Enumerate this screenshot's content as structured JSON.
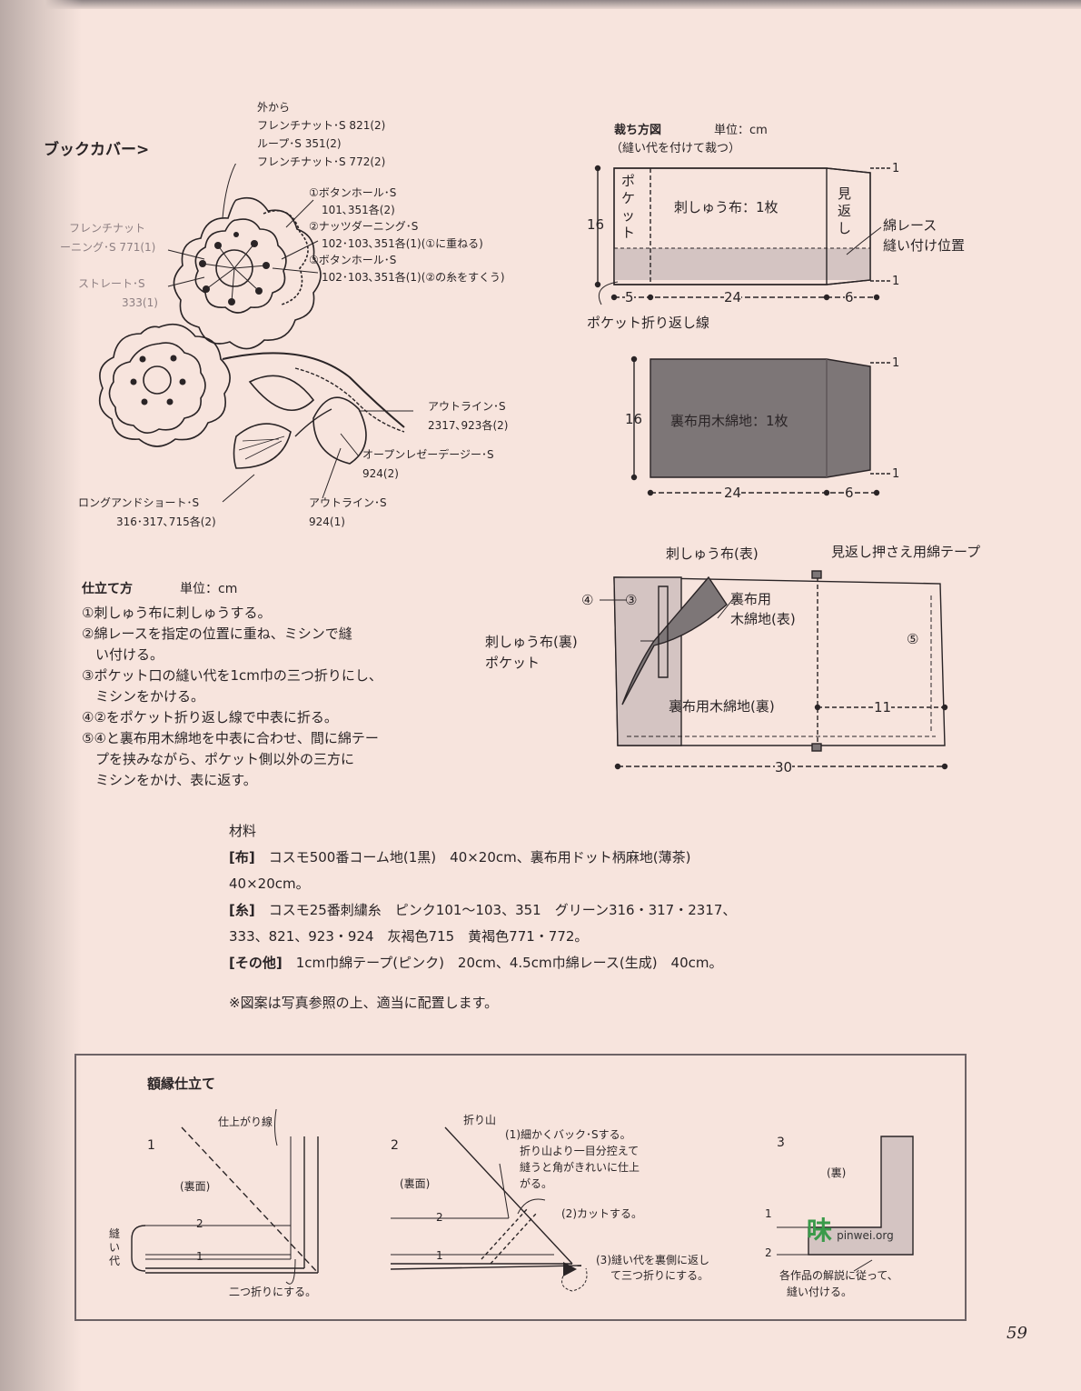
{
  "book_cover": {
    "title": "ブックカバー>",
    "labels": {
      "outer_from": "外から",
      "french_knot_821": "フレンチナット･S 821(2)",
      "loop_351": "ループ･S 351(2)",
      "french_knot_772": "フレンチナット･S 772(2)",
      "buttonhole_1a": "①ボタンホール･S",
      "buttonhole_1b": "101､351各(2)",
      "nuts_darning_a": "②ナッツダーニング･S",
      "nuts_darning_b": "102･103､351各(1)(①に重ねる)",
      "buttonhole_3a": "③ボタンホール･S",
      "buttonhole_3b": "102･103､351各(1)(②の糸をすくう)",
      "french_knot_left": "フレンチナット",
      "darning_771": "ーニング･S 771(1)",
      "straight_a": "ストレート･S",
      "straight_b": "333(1)",
      "outline_a": "アウトライン･S",
      "outline_b": "2317､923各(2)",
      "open_lazy_a": "オープンレゼーデージー･S",
      "open_lazy_b": "924(2)",
      "long_short_a": "ロングアンドショート･S",
      "long_short_b": "316･317､715各(2)",
      "outline2_a": "アウトライン･S",
      "outline2_b": "924(1)"
    }
  },
  "cutting": {
    "title": "裁ち方図",
    "unit": "単位：cm",
    "note": "（縫い代を付けて裁つ）",
    "pocket": "ポケット",
    "embroidery_fabric": "刺しゅう布：1枚",
    "facing": "見返し",
    "lace_a": "綿レース",
    "lace_b": "縫い付け位置",
    "fold_line": "ポケット折り返し線",
    "dim_height": "16",
    "dim_pocket": "5",
    "dim_main": "24",
    "dim_facing": "6",
    "dim_margin": "1",
    "lining": "裏布用木綿地：1枚",
    "dim2_height": "16",
    "dim2_main": "24",
    "dim2_facing": "6"
  },
  "assembly": {
    "title": "仕立て方",
    "unit": "単位：cm",
    "steps": [
      "①刺しゅう布に刺しゅうする。",
      "②綿レースを指定の位置に重ね、ミシンで縫",
      "　い付ける。",
      "③ポケット口の縫い代を1cm巾の三つ折りにし、",
      "　ミシンをかける。",
      "④②をポケット折り返し線で中表に折る。",
      "⑤④と裏布用木綿地を中表に合わせ、間に綿テー",
      "　プを挟みながら、ポケット側以外の三方に",
      "　ミシンをかけ、表に返す。"
    ],
    "fig": {
      "embroidery_front": "刺しゅう布(表)",
      "facing_tape": "見返し押さえ用綿テープ",
      "n4": "④",
      "n3": "③",
      "lining_front_a": "裏布用",
      "lining_front_b": "木綿地(表)",
      "embroidery_back": "刺しゅう布(裏)",
      "pocket": "ポケット",
      "n5": "⑤",
      "lining_back": "裏布用木綿地(裏)",
      "dim_11": "11",
      "dim_30": "30"
    }
  },
  "materials": {
    "title": "材料",
    "lines": [
      {
        "tag": "[布]",
        "text": "　コスモ500番コーム地(1黒)　40×20cm、裏布用ドット柄麻地(薄茶)"
      },
      {
        "tag": "",
        "text": "40×20cm。"
      },
      {
        "tag": "[糸]",
        "text": "　コスモ25番刺繍糸　ピンク101～103、351　グリーン316・317・2317、"
      },
      {
        "tag": "",
        "text": "333、821、923・924　灰褐色715　黄褐色771・772。"
      },
      {
        "tag": "[その他]",
        "text": "　1cm巾綿テープ(ピンク)　20cm、4.5cm巾綿レース(生成)　40cm。"
      }
    ],
    "note": "※図案は写真参照の上、適当に配置します。"
  },
  "frame": {
    "title": "額縁仕立て",
    "fig1": {
      "num": "1",
      "finish_line": "仕上がり線",
      "back": "(裏面)",
      "l2": "2",
      "l1": "1",
      "seam_allowance": "縫い代",
      "fold_two": "二つ折りにする。"
    },
    "fig2": {
      "num": "2",
      "fold": "折り山",
      "s1a": "(1)細かくバック･Sする。",
      "s1b": "折り山より一目分控えて",
      "s1c": "縫うと角がきれいに仕上",
      "s1d": "がる。",
      "back": "(裏面)",
      "l2": "2",
      "l1": "1",
      "s2": "(2)カットする。",
      "s3a": "(3)縫い代を裏側に返し",
      "s3b": "て三つ折りにする。"
    },
    "fig3": {
      "num": "3",
      "back": "(裏)",
      "l1": "1",
      "l2": "2",
      "note_a": "各作品の解説に従って、",
      "note_b": "縫い付ける。"
    }
  },
  "watermark": {
    "logo": "味",
    "site": "pinwei.org"
  },
  "page_number": "59",
  "colors": {
    "paper": "#f7e4dd",
    "lining_fill": "#7d7677",
    "pocket_fill": "#d4c4c2"
  }
}
